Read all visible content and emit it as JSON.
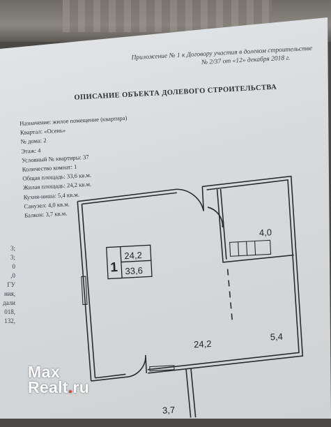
{
  "document": {
    "ref_line1": "Приложение № 1 к  Договору участия в долевом строительстве",
    "ref_line2": "№ 2/37 от «12» декабря 2018 г.",
    "title": "ОПИСАНИЕ ОБЪЕКТА ДОЛЕВОГО СТРОИТЕЛЬСТВА",
    "properties": [
      "Назначение: жилое помещение (квартира)",
      "Квартал: «Осень»",
      "№ дома: 2",
      "Этаж: 4",
      "Условный № квартиры: 37",
      "Количество комнат: 1",
      "Общая площадь: 33,6 кв.м.",
      "Жилая площадь: 24,2 кв.м.",
      "Кухня-ниша: 5,4  кв.м.",
      "Санузел: 4,0 кв.м.",
      "Балкон: 3,7 кв.м."
    ],
    "edge_fragments": [
      "3;",
      "3;",
      "0",
      ",0",
      "ГУ",
      "",
      "ния,",
      "дали",
      "018,",
      "132,"
    ]
  },
  "floor_plan": {
    "room_count": "1",
    "living_area": "24,2",
    "total_area": "33,6",
    "bathroom_area": "4,0",
    "room_area": "24,2",
    "kitchen_area": "5,4",
    "balcony_area": "3,7"
  },
  "watermark": {
    "line1": "Max",
    "line2a": "Realt",
    "line2b": ".",
    "line2c": "ru"
  },
  "colors": {
    "paper": "#dadcdf",
    "ink": "#2d2f33",
    "watermark_dot": "#e33b2e"
  }
}
